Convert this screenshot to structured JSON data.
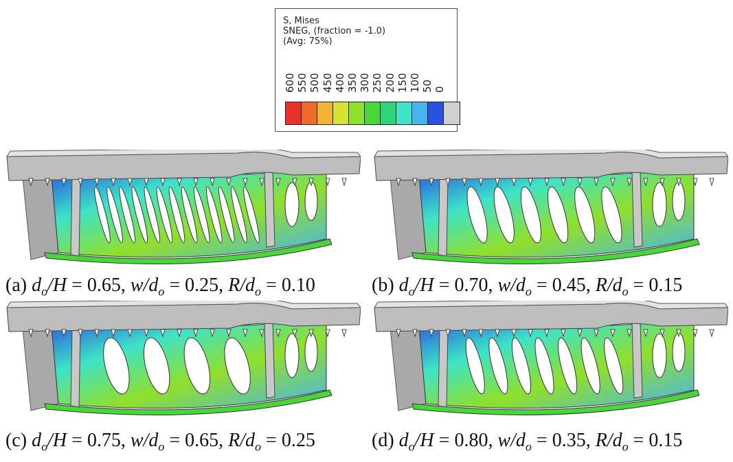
{
  "legend": {
    "title": "S, Mises",
    "subtitle": "SNEG, (fraction = -1.0)",
    "average": "(Avg: 75%)",
    "ticks": [
      "600",
      "550",
      "500",
      "450",
      "400",
      "350",
      "300",
      "250",
      "200",
      "150",
      "100",
      "50",
      "0"
    ],
    "colors": [
      "#e8312a",
      "#ee6b2b",
      "#f2b234",
      "#d6e234",
      "#90df2a",
      "#48d63a",
      "#2fd37a",
      "#3ee3c8",
      "#47b4ef",
      "#2a52e0",
      "#cfcfcf"
    ]
  },
  "panels": [
    {
      "id": "a",
      "openings": 13,
      "caption": {
        "label": "(a)",
        "do_H": "0.65",
        "w_do": "0.25",
        "R_do": "0.10"
      }
    },
    {
      "id": "b",
      "openings": 6,
      "caption": {
        "label": "(b)",
        "do_H": "0.70",
        "w_do": "0.45",
        "R_do": "0.15"
      }
    },
    {
      "id": "c",
      "openings": 4,
      "caption": {
        "label": "(c)",
        "do_H": "0.75",
        "w_do": "0.65",
        "R_do": "0.25"
      }
    },
    {
      "id": "d",
      "openings": 7,
      "caption": {
        "label": "(d)",
        "do_H": "0.80",
        "w_do": "0.35",
        "R_do": "0.15"
      }
    }
  ]
}
